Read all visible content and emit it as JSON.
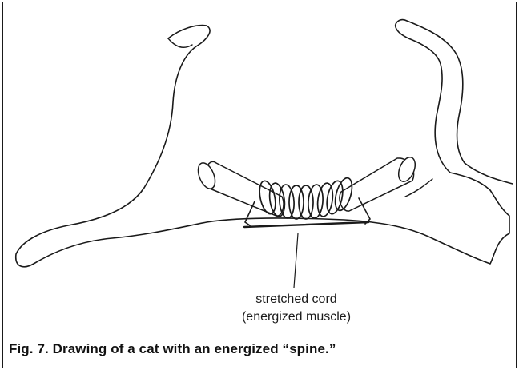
{
  "figure": {
    "label_line1": "stretched cord",
    "label_line2": "(energized muscle)",
    "caption": "Fig. 7. Drawing of a cat with an energized “spine.”"
  },
  "colors": {
    "ink": "#1a1a1a",
    "background": "#ffffff"
  }
}
